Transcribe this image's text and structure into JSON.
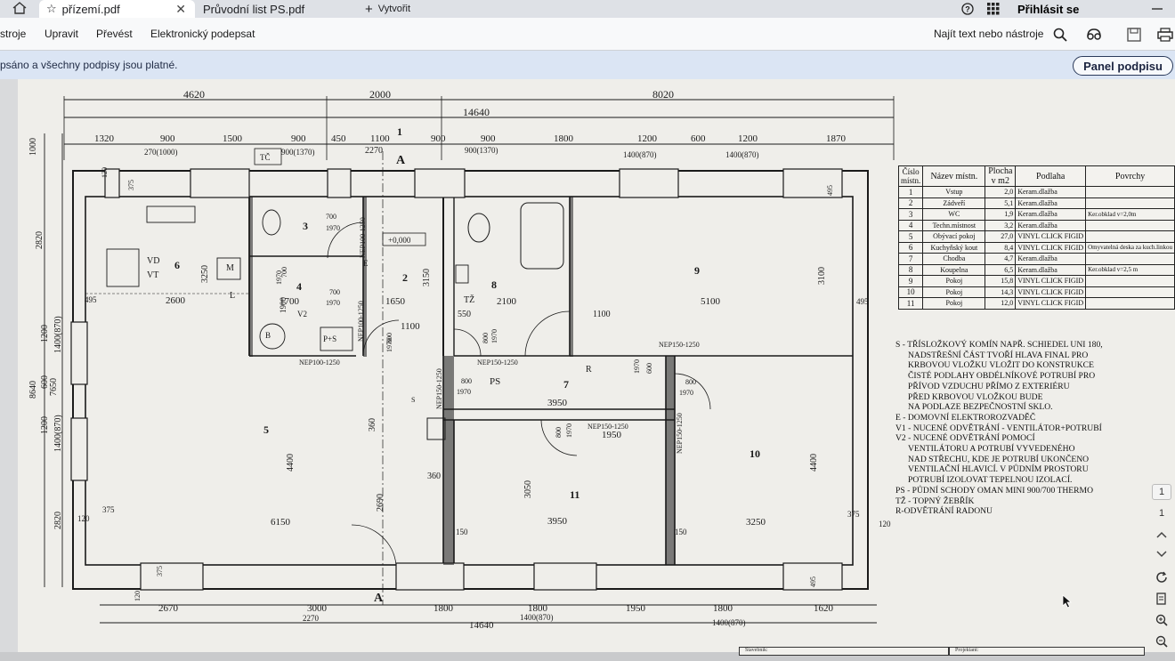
{
  "browser": {
    "tabs": [
      {
        "label": "přízemí.pdf",
        "active": true
      },
      {
        "label": "Průvodní list PS.pdf",
        "active": false
      }
    ],
    "new_tab_label": "Vytvořit",
    "signin_label": "Přihlásit se"
  },
  "menu": {
    "items": [
      "stroje",
      "Upravit",
      "Převést",
      "Elektronický podepsat"
    ],
    "search_label": "Najít text nebo nástroje"
  },
  "signature": {
    "message": "psáno a všechny podpisy jsou platné.",
    "panel_button": "Panel podpisu"
  },
  "plan": {
    "top_dims_row1": [
      "4620",
      "2000",
      "8020"
    ],
    "top_total": "14640",
    "top_dims_row3": [
      "1320",
      "900",
      "1500",
      "900",
      "450",
      "1100",
      "900",
      "900",
      "1800",
      "1200",
      "600",
      "1200",
      "1870"
    ],
    "window_labels": [
      "270(1000)",
      "900(1370)",
      "2270",
      "900(1370)",
      "1400(870)",
      "1400(870)"
    ],
    "left_dims": [
      "1000",
      "2820",
      "8640",
      "7650",
      "1200",
      "1400(870)",
      "600",
      "1200",
      "1400(870)",
      "2820"
    ],
    "room_numbers": [
      "1",
      "2",
      "3",
      "4",
      "5",
      "6",
      "7",
      "8",
      "9",
      "10",
      "11"
    ],
    "room_dims": [
      "2600",
      "3250",
      "1650",
      "3150",
      "2100",
      "5100",
      "3100",
      "1700",
      "1900",
      "1100",
      "550",
      "3950",
      "1950",
      "4400",
      "6150",
      "4400",
      "3950",
      "3050",
      "3250",
      "2690",
      "360",
      "360",
      "150",
      "150",
      "1100"
    ],
    "door_labels": [
      "700",
      "1970",
      "800",
      "1970",
      "700",
      "1970",
      "800",
      "1970",
      "800",
      "1970",
      "800",
      "1970",
      "700",
      "1970",
      "600",
      "1970",
      "800",
      "1970"
    ],
    "lintels": [
      "NEP100-1250",
      "NEP100-1250",
      "NEP150-1250",
      "NEP150-1250",
      "NEP150-1250",
      "NEP150-1250",
      "NEP100-1250",
      "NEP150-1250"
    ],
    "section_marks": [
      "A",
      "A"
    ],
    "fixtures": [
      "VD",
      "VT",
      "M",
      "L",
      "V2",
      "B",
      "P+S",
      "TČ",
      "TŽ",
      "PS",
      "R",
      "E",
      "S",
      "+0,000"
    ],
    "bottom_dims_row1": [
      "2670",
      "3000",
      "1800",
      "1800",
      "1950",
      "1800",
      "1620"
    ],
    "bottom_sub": [
      "2270",
      "1400(870)",
      "1400(870)"
    ],
    "bottom_total": "14640",
    "side_small": [
      "495",
      "495",
      "495",
      "495",
      "375",
      "375",
      "375",
      "375",
      "120",
      "120",
      "120",
      "120"
    ]
  },
  "legend": {
    "headers": [
      "Číslo místn.",
      "Název místn.",
      "Plocha v m2",
      "Podlaha",
      "Povrchy"
    ],
    "rows": [
      [
        "1",
        "Vstup",
        "2,0",
        "Keram.dlažba",
        ""
      ],
      [
        "2",
        "Zádveří",
        "5,1",
        "Keram.dlažba",
        ""
      ],
      [
        "3",
        "WC",
        "1,9",
        "Keram.dlažba",
        "Ker.obklad v=2,0m"
      ],
      [
        "4",
        "Techn.místnost",
        "3,2",
        "Keram.dlažba",
        ""
      ],
      [
        "5",
        "Obývací pokoj",
        "27,0",
        "VINYL CLICK FIGID",
        ""
      ],
      [
        "6",
        "Kuchyňský kout",
        "8,4",
        "VINYL CLICK FIGID",
        "Omyvatelná deska za kuch.linkou"
      ],
      [
        "7",
        "Chodba",
        "4,7",
        "Keram.dlažba",
        ""
      ],
      [
        "8",
        "Koupelna",
        "6,5",
        "Keram.dlažba",
        "Ker.obklad v=2,5 m"
      ],
      [
        "9",
        "Pokoj",
        "15,8",
        "VINYL CLICK FIGID",
        ""
      ],
      [
        "10",
        "Pokoj",
        "14,3",
        "VINYL CLICK FIGID",
        ""
      ],
      [
        "11",
        "Pokoj",
        "12,0",
        "VINYL CLICK FIGID",
        ""
      ]
    ]
  },
  "notes": [
    "S - TŘÍSLOŽKOVÝ KOMÍN NAPŘ. SCHIEDEL UNI 180,",
    "NADSTŘEŠNÍ ČÁST TVOŘÍ HLAVA FINAL PRO",
    "KRBOVOU VLOŽKU VLOŽIT DO KONSTRUKCE",
    "ČISTÉ PODLAHY OBDÉLNÍKOVÉ POTRUBÍ PRO",
    "PŘÍVOD VZDUCHU PŘÍMO Z EXTERIÉRU",
    "PŘED KRBOVOU VLOŽKOU BUDE",
    "NA PODLAZE BEZPEČNOSTNÍ SKLO.",
    "E - DOMOVNÍ ELEKTROROZVADĚČ",
    "V1 - NUCENÉ ODVĚTRÁNÍ - VENTILÁTOR+POTRUBÍ",
    "V2 - NUCENÉ ODVĚTRÁNÍ POMOCÍ",
    "VENTILÁTORU A POTRUBÍ VYVEDENÉHO",
    "NAD STŘECHU, KDE JE POTRUBÍ UKONČENO",
    "VENTILAČNÍ HLAVICÍ. V PŮDNÍM PROSTORU",
    "POTRUBÍ IZOLOVAT TEPELNOU IZOLACÍ.",
    "PS - PŮDNÍ SCHODY OMAN MINI 900/700 THERMO",
    "TŽ - topný žebřík",
    "R-ODVĚTRÁNÍ RADONU"
  ],
  "rail": {
    "page_current": "1",
    "page_total": "1"
  },
  "stamp": {
    "left": "Stavebník:",
    "right": "Projektant:"
  }
}
